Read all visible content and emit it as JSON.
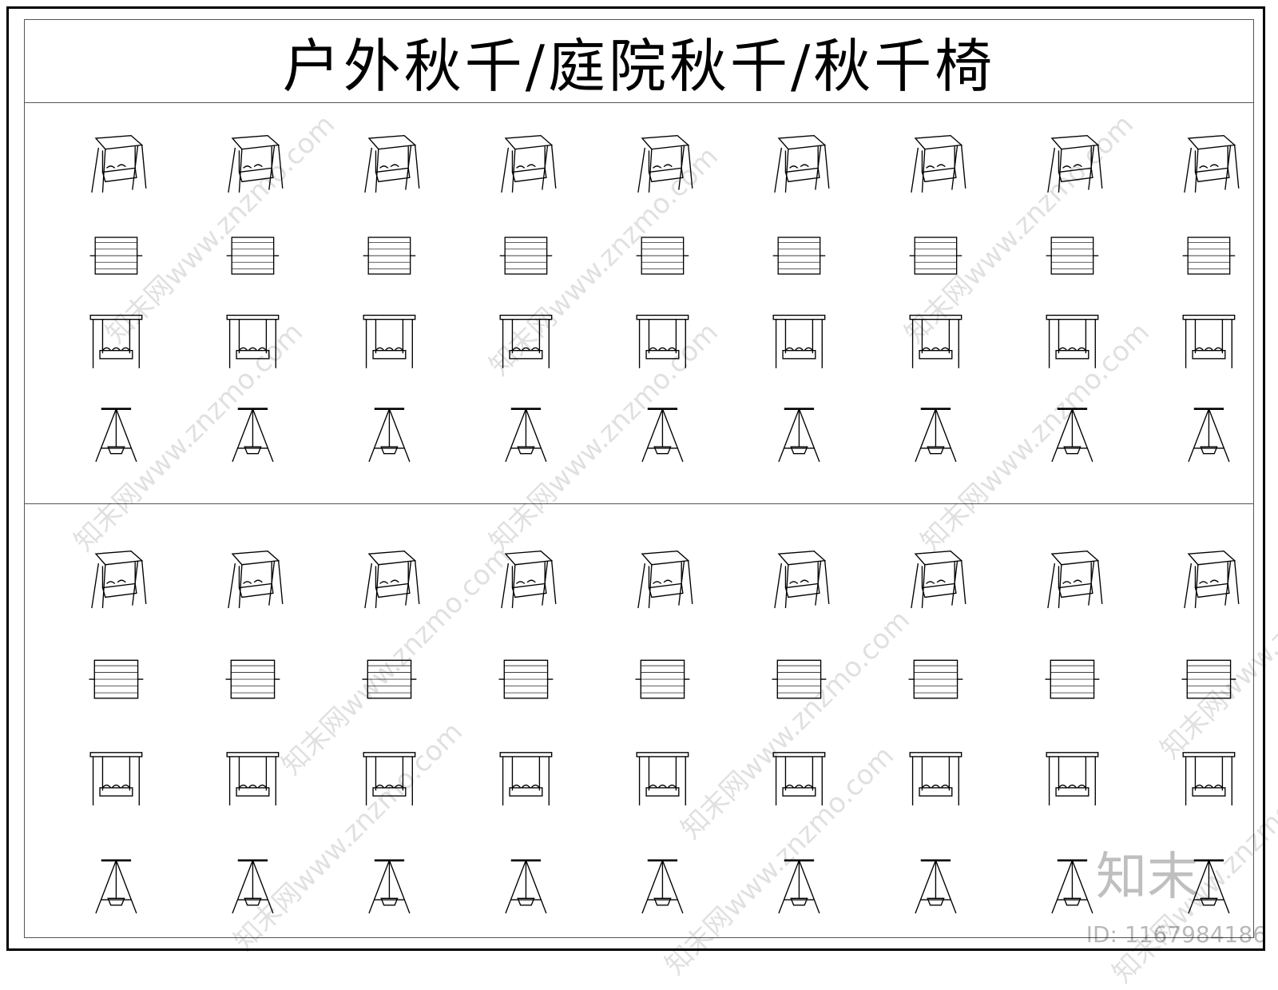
{
  "document": {
    "title": "户外秋千/庭院秋千/秋千椅",
    "watermark_text": "知末网www.znzmo.com",
    "logo_text": "知末",
    "id_text": "ID: 1167984186"
  },
  "sections": [
    {
      "name": "upper-catalog",
      "rows": [
        {
          "view": "perspective",
          "count": 9
        },
        {
          "view": "plan",
          "count": 9
        },
        {
          "view": "front-elevation",
          "count": 9
        },
        {
          "view": "side-elevation",
          "count": 9
        }
      ]
    },
    {
      "name": "lower-catalog",
      "rows": [
        {
          "view": "perspective",
          "count": 9
        },
        {
          "view": "plan",
          "count": 9
        },
        {
          "view": "front-elevation",
          "count": 9
        },
        {
          "view": "side-elevation",
          "count": 9
        }
      ]
    }
  ],
  "icons": {
    "perspective": "swing-perspective-icon",
    "plan": "swing-plan-icon",
    "front-elevation": "swing-front-icon",
    "side-elevation": "swing-side-icon"
  },
  "colors": {
    "line": "#000000",
    "frame": "#555555",
    "watermark": "#cccccc"
  }
}
